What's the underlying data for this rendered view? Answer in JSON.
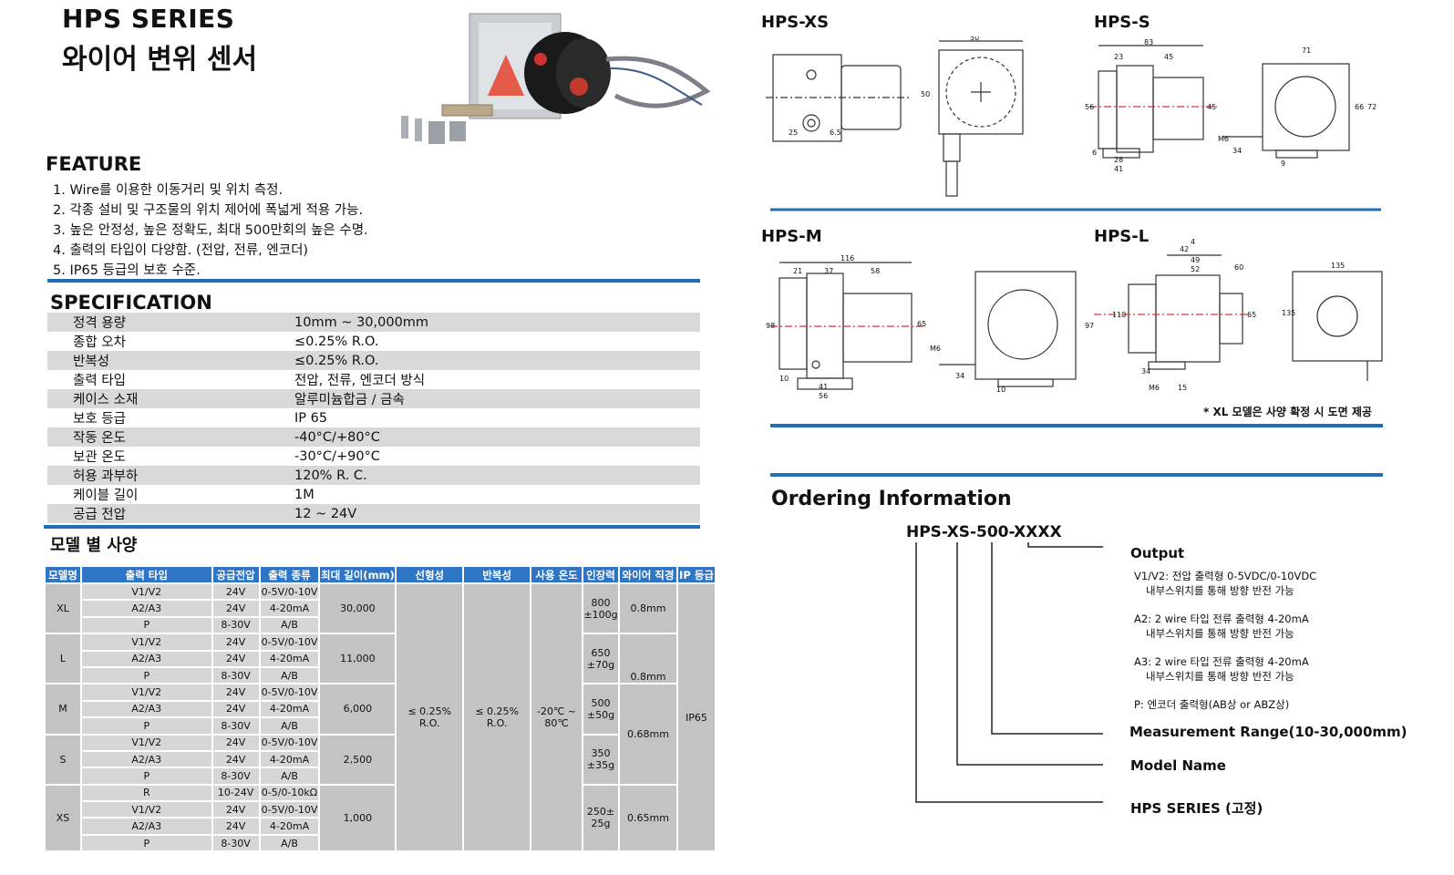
{
  "header": {
    "series": "HPS SERIES",
    "product": "와이어 변위 센서"
  },
  "feature": {
    "heading": "FEATURE",
    "items": [
      "1. Wire를 이용한 이동거리 및 위치 측정.",
      "2. 각종 설비 및 구조물의 위치 제어에 폭넓게 적용 가능.",
      "3. 높은 안정성, 높은 정확도, 최대 500만회의 높은 수명.",
      "4. 출력의 타입이 다양함. (전압, 전류, 엔코더)",
      "5. IP65 등급의 보호 수준."
    ]
  },
  "spec": {
    "heading": "SPECIFICATION",
    "rows": [
      {
        "k": "정격 용량",
        "v": "10mm ~ 30,000mm"
      },
      {
        "k": "종합 오차",
        "v": "≤0.25% R.O."
      },
      {
        "k": "반복성",
        "v": "≤0.25% R.O."
      },
      {
        "k": "출력 타입",
        "v": "전압, 전류, 엔코더 방식"
      },
      {
        "k": "케이스 소재",
        "v": "알루미늄합금 / 금속"
      },
      {
        "k": "보호 등급",
        "v": "IP 65"
      },
      {
        "k": "작동 온도",
        "v": "-40°C/+80°C"
      },
      {
        "k": "보관 온도",
        "v": "-30°C/+90°C"
      },
      {
        "k": "허용 과부하",
        "v": "120% R. C."
      },
      {
        "k": "케이블 길이",
        "v": "1M"
      },
      {
        "k": "공급 전압",
        "v": "12 ~ 24V"
      }
    ]
  },
  "models": {
    "heading": "모델 별 사양",
    "headers": [
      "모델명",
      "출력 타입",
      "공급전압",
      "출력 종류",
      "최대 길이(mm)",
      "선형성",
      "반복성",
      "사용 온도",
      "인장력",
      "와이어 직경",
      "IP 등급"
    ],
    "linearity": "≤ 0.25% R.O.",
    "repeatability": "≤ 0.25% R.O.",
    "temp": [
      "-20℃ ~",
      "80℃"
    ],
    "ip": "IP65",
    "groups": [
      {
        "name": "XL",
        "max": "30,000",
        "tension": [
          "800",
          "±100g"
        ],
        "rows": [
          [
            "V1/V2",
            "24V",
            "0-5V/0-10V"
          ],
          [
            "A2/A3",
            "24V",
            "4-20mA"
          ],
          [
            "P",
            "8-30V",
            "A/B"
          ]
        ]
      },
      {
        "name": "L",
        "max": "11,000",
        "tension": [
          "650",
          "±70g"
        ],
        "rows": [
          [
            "V1/V2",
            "24V",
            "0-5V/0-10V"
          ],
          [
            "A2/A3",
            "24V",
            "4-20mA"
          ],
          [
            "P",
            "8-30V",
            "A/B"
          ]
        ]
      },
      {
        "name": "M",
        "max": "6,000",
        "tension": [
          "500",
          "±50g"
        ],
        "rows": [
          [
            "V1/V2",
            "24V",
            "0-5V/0-10V"
          ],
          [
            "A2/A3",
            "24V",
            "4-20mA"
          ],
          [
            "P",
            "8-30V",
            "A/B"
          ]
        ]
      },
      {
        "name": "S",
        "max": "2,500",
        "tension": [
          "350",
          "±35g"
        ],
        "rows": [
          [
            "V1/V2",
            "24V",
            "0-5V/0-10V"
          ],
          [
            "A2/A3",
            "24V",
            "4-20mA"
          ],
          [
            "P",
            "8-30V",
            "A/B"
          ]
        ]
      },
      {
        "name": "XS",
        "max": "1,000",
        "tension": [
          "250±",
          "25g"
        ],
        "rows": [
          [
            "R",
            "10-24V",
            "0-5/0-10kΩ"
          ],
          [
            "V1/V2",
            "24V",
            "0-5V/0-10V"
          ],
          [
            "A2/A3",
            "24V",
            "4-20mA"
          ],
          [
            "P",
            "8-30V",
            "A/B"
          ]
        ]
      }
    ],
    "wire": {
      "xl": "0.8mm",
      "lm": "0.8mm",
      "ms": "0.68mm",
      "xs": "0.65mm"
    }
  },
  "drawings": {
    "xs": "HPS-XS",
    "s": "HPS-S",
    "m": "HPS-M",
    "l": "HPS-L",
    "note": "* XL 모델은 사양 확정 시 도면 제공",
    "dims": {
      "xs": [
        "50",
        "50",
        "25",
        "6.5"
      ],
      "s": [
        "83",
        "23",
        "45",
        "71",
        "56",
        "45",
        "66",
        "72",
        "28",
        "41",
        "34",
        "9",
        "6",
        "M6"
      ],
      "m": [
        "116",
        "21",
        "37",
        "58",
        "98",
        "65",
        "97",
        "41",
        "56",
        "34",
        "10",
        "10",
        "M6"
      ],
      "l": [
        "42",
        "4",
        "49",
        "52",
        "60",
        "110",
        "65",
        "135",
        "135",
        "34",
        "15",
        "M6"
      ]
    }
  },
  "ordering": {
    "heading": "Ordering Information",
    "code": "HPS-XS-500-XXXX",
    "output": "Output",
    "output_lines": [
      "V1/V2: 전압 출력형 0-5VDC/0-10VDC",
      "내부스위치를 통해 방향 반전 가능",
      "A2: 2 wire 타입 전류 출력형 4-20mA",
      "내부스위치를 통해 방향 반전 가능",
      "A3: 2 wire 타입 전류 출력형 4-20mA",
      "내부스위치를 통해 방향 반전 가능",
      "P: 엔코더 출력형(AB상 or ABZ상)"
    ],
    "range": "Measurement Range(10-30,000mm)",
    "model": "Model Name",
    "series": "HPS SERIES (고정)"
  },
  "colors": {
    "accent": "#1f6fb6",
    "table_header": "#2f75c5"
  }
}
